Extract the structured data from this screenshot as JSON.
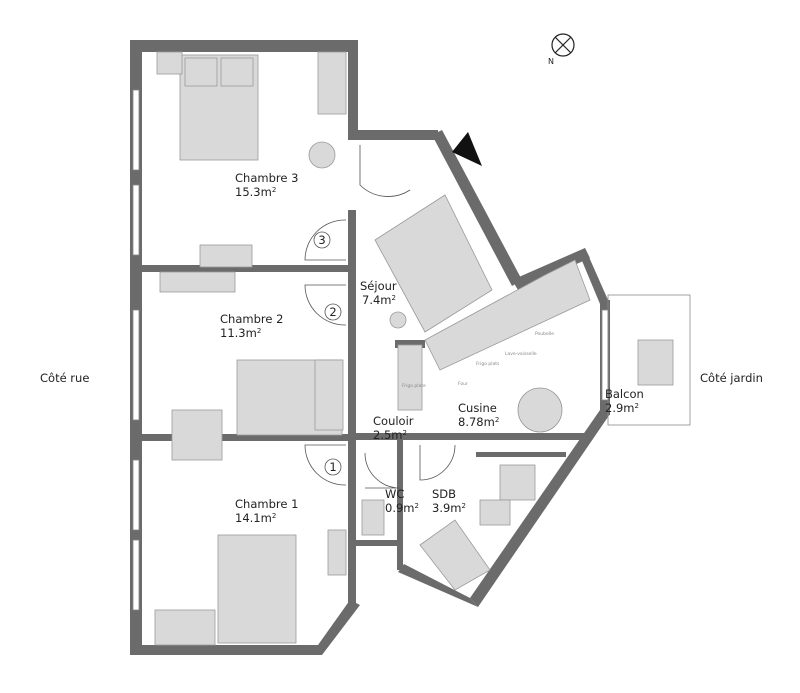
{
  "rooms": [
    {
      "name": "Chambre 3",
      "area": "15.3m",
      "sup": "2"
    },
    {
      "name": "Chambre 2",
      "area": "11.3m",
      "sup": "2"
    },
    {
      "name": "Chambre 1",
      "area": "14.1m",
      "sup": "2"
    },
    {
      "name": "Séjour",
      "area": "7.4m",
      "sup": "2"
    },
    {
      "name": "Couloir",
      "area": "2.5m",
      "sup": "2"
    },
    {
      "name": "Cusine",
      "area": "8.78m",
      "sup": "2"
    },
    {
      "name": "WC",
      "area": "0.9m",
      "sup": "2"
    },
    {
      "name": "SDB",
      "area": "3.9m",
      "sup": "2"
    },
    {
      "name": "Balcon",
      "area": "2.9m",
      "sup": "2"
    }
  ],
  "sides": {
    "left": "Côté rue",
    "right": "Côté jardin"
  },
  "door_numbers": [
    "3",
    "2",
    "1"
  ],
  "kitchen_labels": [
    "Frigo plate",
    "Four",
    "Frigo plats",
    "Lave-vaisselle",
    "Poubelle"
  ],
  "compass": {
    "label": "N",
    "icon": "compass-icon"
  },
  "colors": {
    "wall": "#6b6b6b",
    "furniture": "#d9d9d9"
  }
}
